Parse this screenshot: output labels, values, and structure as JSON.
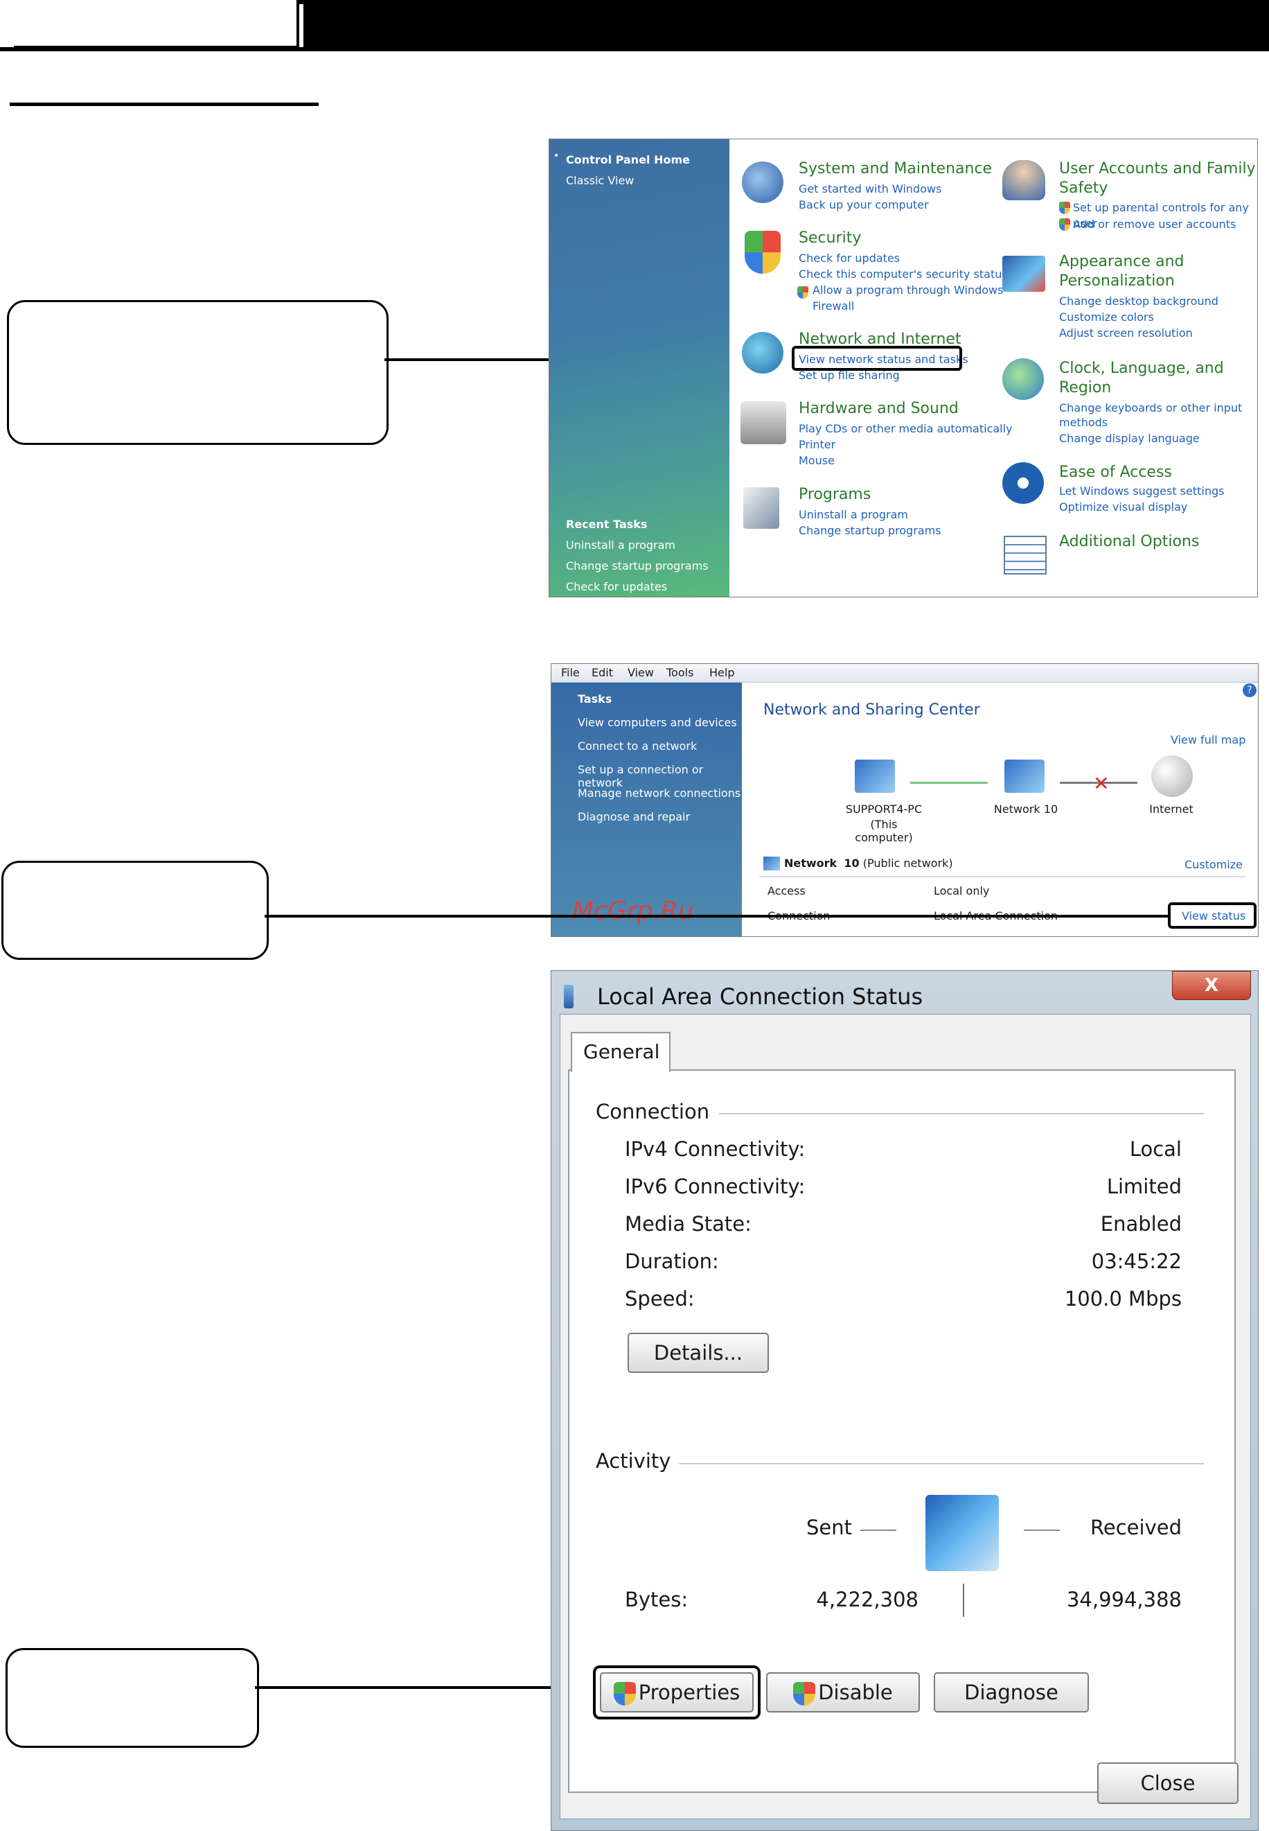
{
  "control_panel": {
    "sidebar": {
      "home": "Control Panel Home",
      "classic": "Classic View",
      "recent_title": "Recent Tasks",
      "recent": [
        "Uninstall a program",
        "Change startup programs",
        "Check for updates"
      ]
    },
    "left_col": [
      {
        "title": "System and Maintenance",
        "links": [
          "Get started with Windows",
          "Back up your computer"
        ]
      },
      {
        "title": "Security",
        "links": [
          "Check for updates",
          "Check this computer's security status",
          "Allow a program through Windows",
          "Firewall"
        ]
      },
      {
        "title": "Network and Internet",
        "links": [
          "View network status and tasks",
          "Set up file sharing"
        ]
      },
      {
        "title": "Hardware and Sound",
        "links": [
          "Play CDs or other media automatically",
          "Printer",
          "Mouse"
        ]
      },
      {
        "title": "Programs",
        "links": [
          "Uninstall a program",
          "Change startup programs"
        ]
      }
    ],
    "right_col": [
      {
        "title_1": "User Accounts and Family",
        "title_2": "Safety",
        "links": [
          "Set up parental controls for any user",
          "Add or remove user accounts"
        ]
      },
      {
        "title_1": "Appearance and",
        "title_2": "Personalization",
        "links": [
          "Change desktop background",
          "Customize colors",
          "Adjust screen resolution"
        ]
      },
      {
        "title_1": "Clock, Language, and",
        "title_2": "Region",
        "links": [
          "Change keyboards or other input",
          "methods",
          "Change display language"
        ]
      },
      {
        "title_1": "Ease of Access",
        "title_2": "",
        "links": [
          "Let Windows suggest settings",
          "Optimize visual display"
        ]
      },
      {
        "title_1": "Additional Options",
        "title_2": "",
        "links": []
      }
    ]
  },
  "network_center": {
    "menu": [
      "File",
      "Edit",
      "View",
      "Tools",
      "Help"
    ],
    "sidebar": {
      "title": "Tasks",
      "items": [
        "View computers and devices",
        "Connect to a network",
        "Set up a connection or network",
        "Manage network connections",
        "Diagnose and repair"
      ]
    },
    "title": "Network and Sharing Center",
    "view_full_map": "View full map",
    "nodes": {
      "computer_1": "SUPPORT4-PC",
      "computer_2": "(This computer)",
      "network": "Network 10",
      "internet": "Internet"
    },
    "network_name": "Network",
    "network_number": "10",
    "network_type": "(Public network)",
    "customize": "Customize",
    "access_label": "Access",
    "access_value": "Local only",
    "connection_label": "Connection",
    "connection_value": "Local Area Connection",
    "view_status": "View status",
    "watermark": "McGrp.Ru"
  },
  "status_dialog": {
    "title": "Local Area Connection Status",
    "tab": "General",
    "connection_group": "Connection",
    "rows": [
      {
        "label": "IPv4 Connectivity:",
        "value": "Local"
      },
      {
        "label": "IPv6 Connectivity:",
        "value": "Limited"
      },
      {
        "label": "Media State:",
        "value": "Enabled"
      },
      {
        "label": "Duration:",
        "value": "03:45:22"
      },
      {
        "label": "Speed:",
        "value": "100.0 Mbps"
      }
    ],
    "details_btn": "Details...",
    "activity_group": "Activity",
    "sent": "Sent",
    "received": "Received",
    "bytes_label": "Bytes:",
    "bytes_sent": "4,222,308",
    "bytes_received": "34,994,388",
    "properties_btn": "Properties",
    "disable_btn": "Disable",
    "diagnose_btn": "Diagnose",
    "close_btn": "Close",
    "close_x": "X"
  }
}
